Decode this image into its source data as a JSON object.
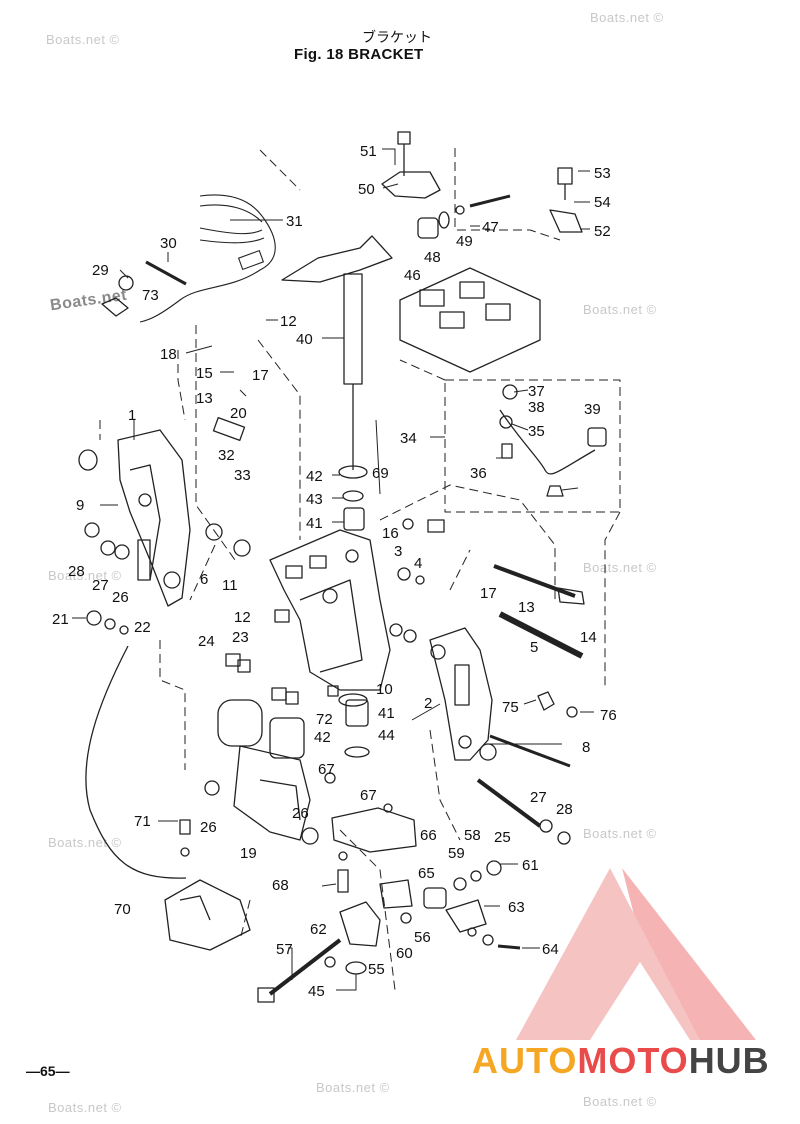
{
  "header": {
    "title_jp": "ブラケット",
    "title_en": "Fig. 18   BRACKET"
  },
  "watermark": "Boats.net ©",
  "watermark_strong": "Boats.net",
  "page_number": "—65—",
  "brand": {
    "part1": "AUTO",
    "part2": "MOTO",
    "part3": "HUB",
    "color_logo": "#e94b4b",
    "color_accent": "#f5a623"
  },
  "callouts": [
    "51",
    "50",
    "53",
    "54",
    "52",
    "47",
    "49",
    "48",
    "46",
    "31",
    "30",
    "29",
    "73",
    "12",
    "18",
    "40",
    "15",
    "17",
    "13",
    "20",
    "37",
    "38",
    "35",
    "34",
    "39",
    "36",
    "1",
    "32",
    "33",
    "42",
    "69",
    "43",
    "41",
    "16",
    "9",
    "28",
    "27",
    "26",
    "6",
    "11",
    "3",
    "4",
    "21",
    "22",
    "12",
    "17",
    "13",
    "14",
    "24",
    "23",
    "5",
    "10",
    "72",
    "41",
    "44",
    "42",
    "75",
    "76",
    "2",
    "8",
    "71",
    "26",
    "19",
    "67",
    "26",
    "67",
    "66",
    "27",
    "28",
    "25",
    "58",
    "59",
    "61",
    "65",
    "68",
    "63",
    "70",
    "57",
    "62",
    "55",
    "60",
    "56",
    "64",
    "45"
  ]
}
